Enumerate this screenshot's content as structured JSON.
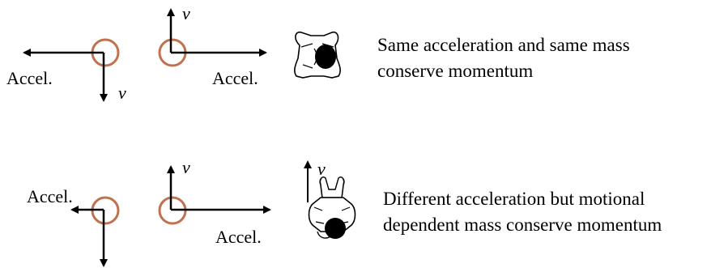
{
  "labels": {
    "accel": "Accel.",
    "velocity": "v"
  },
  "captions": {
    "row1_line1": "Same acceleration and same mass",
    "row1_line2": "conserve momentum",
    "row2_line1": "Different acceleration but motional",
    "row2_line2": "dependent mass conserve momentum"
  },
  "colors": {
    "circle": "#c0724f",
    "ink": "#000000"
  },
  "icons": {
    "top_figure": "person-top-view-icon",
    "bottom_figure": "person-top-view-walking-icon"
  }
}
